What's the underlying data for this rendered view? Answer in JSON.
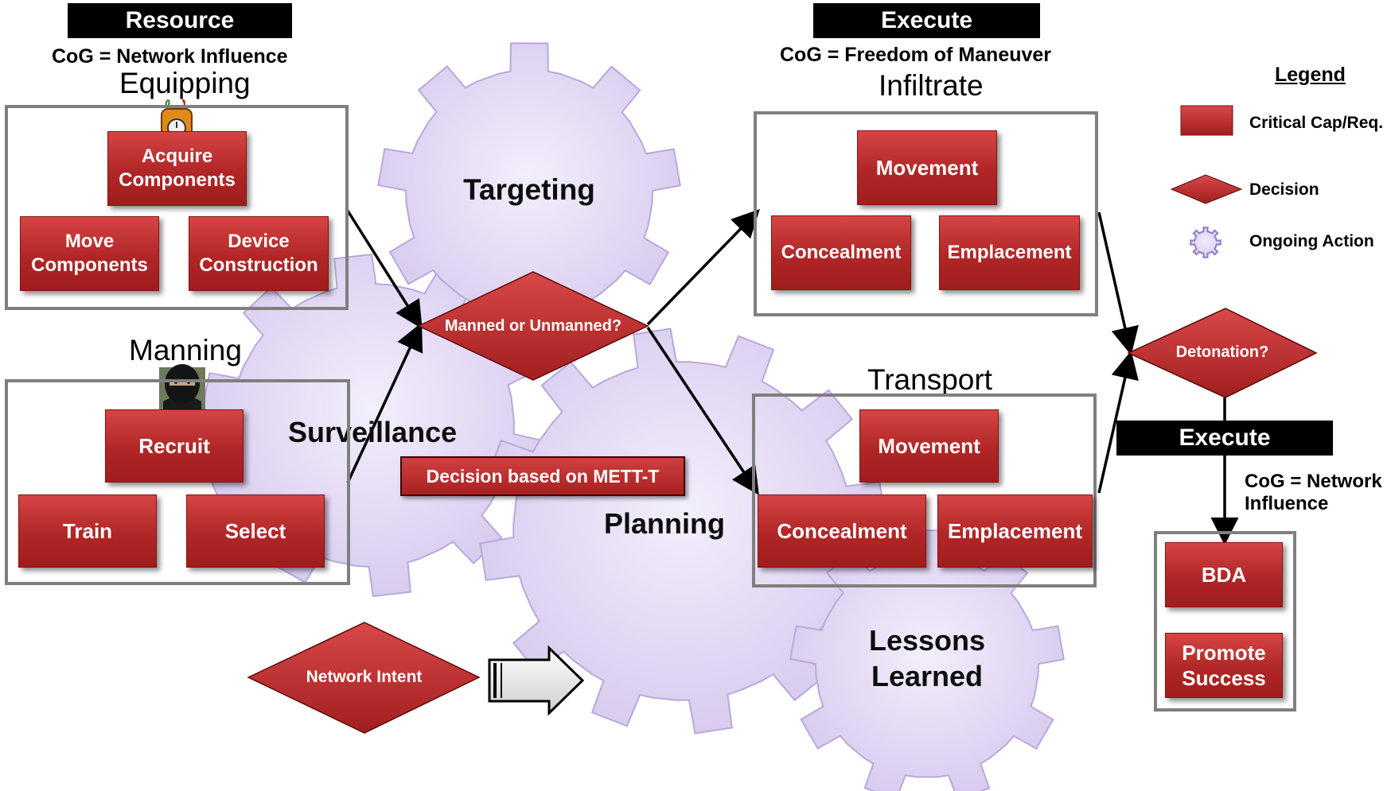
{
  "gears": {
    "targeting": "Targeting",
    "surveillance": "Surveillance",
    "planning": "Planning",
    "lessons_line1": "Lessons",
    "lessons_line2": "Learned"
  },
  "resource": {
    "banner": "Resource",
    "cog": "CoG = Network Influence",
    "equipping": {
      "title": "Equipping",
      "acquire_line1": "Acquire",
      "acquire_line2": "Components",
      "move_line1": "Move",
      "move_line2": "Components",
      "device_line1": "Device",
      "device_line2": "Construction"
    },
    "manning": {
      "title": "Manning",
      "recruit": "Recruit",
      "train": "Train",
      "select": "Select"
    }
  },
  "decisions": {
    "manned": "Manned or Unmanned?",
    "mett": "Decision based on METT-T",
    "network_intent": "Network Intent",
    "detonation": "Detonation?"
  },
  "execute": {
    "banner": "Execute",
    "cog": "CoG = Freedom of Maneuver",
    "infiltrate": {
      "title": "Infiltrate",
      "movement": "Movement",
      "concealment": "Concealment",
      "emplacement": "Emplacement"
    },
    "transport": {
      "title": "Transport",
      "movement": "Movement",
      "concealment": "Concealment",
      "emplacement": "Emplacement"
    }
  },
  "execute2": {
    "banner": "Execute",
    "cog_line1": "CoG = Network",
    "cog_line2": "Influence",
    "bda": "BDA",
    "promote_line1": "Promote",
    "promote_line2": "Success"
  },
  "legend": {
    "title": "Legend",
    "critical": "Critical Cap/Req.",
    "decision": "Decision",
    "ongoing": "Ongoing Action"
  },
  "icons": {
    "bomb": "bomb-device-icon",
    "person": "masked-person-icon",
    "arrow": "block-arrow-icon",
    "gear": "gear-icon"
  },
  "colors": {
    "critical_red": "#b82c2c",
    "gear_lavender": "#e6dcf5",
    "frame_gray": "#7f7f7f"
  }
}
